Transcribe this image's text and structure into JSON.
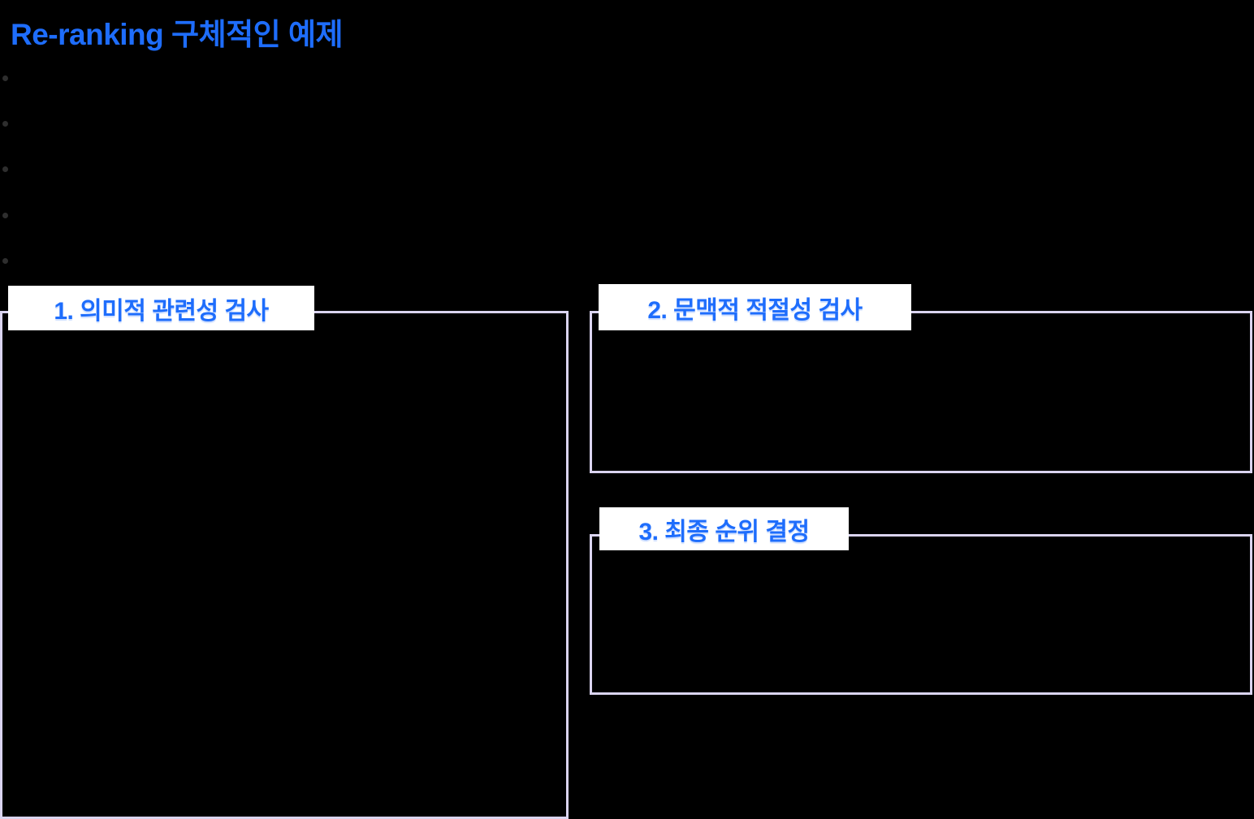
{
  "title": {
    "text": "Re-ranking 구체적인 예제"
  },
  "bullets": {
    "count": 5,
    "note": "bullet markers visible, body text not visible against black background"
  },
  "sections": [
    {
      "label": "1. 의미적 관련성 검사"
    },
    {
      "label": "2. 문맥적 적절성 검사"
    },
    {
      "label": "3. 최종 순위 결정"
    }
  ],
  "colors": {
    "background": "#000000",
    "accent_blue": "#1E6DFC",
    "panel_border": "#DAD4F0",
    "label_chip_background": "#FFFFFF",
    "bullet_dot": "#2E2E2E"
  }
}
